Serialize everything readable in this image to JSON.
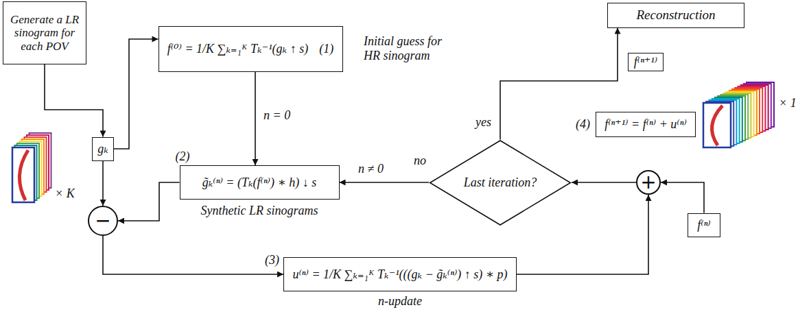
{
  "diagram": {
    "nodes": [
      {
        "text": [
          "Generate a LR sinogram for each POV"
        ]
      },
      {
        "text": [
          "f⁽⁰⁾ = 1/K ∑ₖ₌₁ᴷ Tₖ⁻¹(gₖ ↑ s)",
          "(1)"
        ]
      },
      {
        "text": [
          "Reconstruction"
        ]
      },
      {
        "text": [
          "f⁽ⁿ⁺¹⁾"
        ]
      },
      {
        "text": [
          "f⁽ⁿ⁺¹⁾ = f⁽ⁿ⁾ + u⁽ⁿ⁾"
        ]
      },
      {
        "text": [
          "gₖ"
        ]
      },
      {
        "text": [
          "g̃ₖ⁽ⁿ⁾ = (Tₖ(f⁽ⁿ⁾) ∗ h) ↓ s"
        ]
      },
      {
        "text": [
          "Last iteration?"
        ]
      },
      {
        "text": [
          "+"
        ]
      },
      {
        "text": [
          "−"
        ]
      },
      {
        "text": [
          "f⁽ⁿ⁾"
        ]
      },
      {
        "text": [
          "u⁽ⁿ⁾ = 1/K ∑ₖ₌₁ᴷ Tₖ⁻¹(((gₖ − g̃ₖ⁽ⁿ⁾) ↑ s) ∗ p)"
        ]
      }
    ],
    "edges": [
      {
        "from": 0,
        "to": 5,
        "arrow": "to"
      },
      {
        "from": 5,
        "to": 1,
        "arrow": "to"
      },
      {
        "from": 1,
        "to": 6,
        "label": "n = 0",
        "arrow": "to"
      },
      {
        "from": 5,
        "to": 9,
        "arrow": "to"
      },
      {
        "from": 6,
        "to": 9,
        "arrow": "to"
      },
      {
        "from": 9,
        "to": 11,
        "arrow": "to"
      },
      {
        "from": 11,
        "to": 8,
        "arrow": "to"
      },
      {
        "from": 10,
        "to": 8,
        "arrow": "to"
      },
      {
        "from": 8,
        "to": 7,
        "arrow": "to"
      },
      {
        "from": 7,
        "to": 6,
        "label": "n ≠ 0",
        "arrow": "to"
      },
      {
        "from": 7,
        "to": 2,
        "label": "yes",
        "arrow": "to"
      }
    ],
    "labels": [
      "Initial guess for HR sinogram",
      "(4)",
      "× 1",
      "(2)",
      "no",
      "Synthetic LR sinograms",
      "× K",
      "(3)",
      "n-update"
    ]
  }
}
